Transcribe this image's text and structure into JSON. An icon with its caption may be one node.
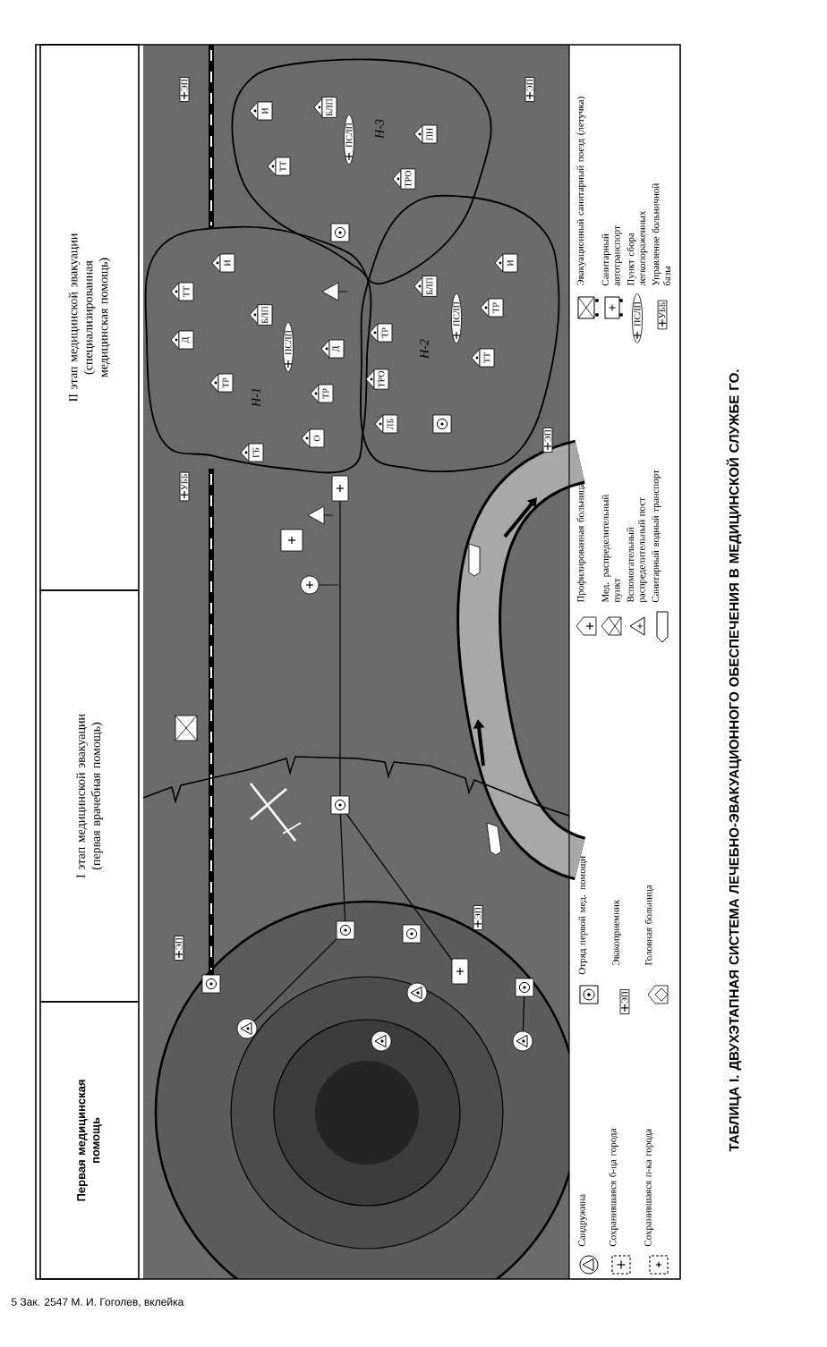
{
  "diagram": {
    "title": "ТАБЛИЦА I. ДВУХЭТАПНАЯ СИСТЕМА ЛЕЧЕБНО-ЭВАКУАЦИОННОГО ОБЕСПЕЧЕНИЯ В МЕДИЦИНСКОЙ СЛУЖБЕ ГО.",
    "nodes": [
      {
        "text": [
          "II этап медицинской эвакуации",
          "(специализированная медицинская помощь)"
        ]
      },
      {
        "text": [
          "I этап медицинской эвакуации",
          "(первая врачебная помощь)"
        ]
      },
      {
        "text": [
          "Первая медицинская помощь"
        ]
      },
      {
        "text": [
          "Н-3"
        ]
      },
      {
        "text": [
          "И"
        ],
        "in": 3
      },
      {
        "text": [
          "БЛП"
        ],
        "in": 3
      },
      {
        "text": [
          "ПСЛП"
        ],
        "in": 3
      },
      {
        "text": [
          "ТТ"
        ],
        "in": 3
      },
      {
        "text": [
          "ПН"
        ],
        "in": 3
      },
      {
        "text": [
          "ТРО"
        ],
        "in": 3
      },
      {
        "text": [],
        "shape": "box",
        "in": 3
      },
      {
        "text": [
          "Н-1"
        ]
      },
      {
        "text": [
          "И"
        ],
        "in": 11
      },
      {
        "text": [
          "ТТ"
        ],
        "in": 11
      },
      {
        "text": [
          "Д"
        ],
        "in": 11
      },
      {
        "text": [
          "ТР"
        ],
        "in": 11
      },
      {
        "text": [
          "БЛП"
        ],
        "in": 11
      },
      {
        "text": [
          "ПСЛП"
        ],
        "in": 11
      },
      {
        "text": [
          "Д"
        ],
        "in": 11
      },
      {
        "text": [
          "ТР"
        ],
        "in": 11
      },
      {
        "text": [
          "О"
        ],
        "in": 11
      },
      {
        "text": [
          "ГБ"
        ],
        "in": 11
      },
      {
        "text": [
          "Н-2"
        ]
      },
      {
        "text": [
          "И"
        ],
        "in": 22
      },
      {
        "text": [
          "БЛП"
        ],
        "in": 22
      },
      {
        "text": [
          "ПСЛП"
        ],
        "in": 22
      },
      {
        "text": [
          "ТР"
        ],
        "in": 22
      },
      {
        "text": [
          "ТТ"
        ],
        "in": 22
      },
      {
        "text": [
          "ТР"
        ],
        "in": 22
      },
      {
        "text": [
          "ТРО"
        ],
        "in": 22
      },
      {
        "text": [
          "ЛБ"
        ],
        "in": 22
      },
      {
        "text": [],
        "shape": "box",
        "in": 22
      },
      {
        "text": [
          "ЭП"
        ]
      },
      {
        "text": [
          "ЭП"
        ]
      },
      {
        "text": [
          "УББ"
        ]
      },
      {
        "text": [
          "ЭП"
        ]
      },
      {
        "text": [
          "ЭП"
        ]
      },
      {
        "text": [
          "ЭП"
        ]
      },
      {
        "text": [],
        "shape": "circle"
      },
      {
        "text": [],
        "shape": "box"
      },
      {
        "text": [],
        "shape": "box"
      },
      {
        "text": [],
        "shape": "car"
      },
      {
        "text": [],
        "shape": "car"
      },
      {
        "text": [],
        "shape": "box"
      },
      {
        "text": [],
        "shape": "circle"
      },
      {
        "text": [],
        "shape": "circle"
      },
      {
        "text": [],
        "shape": "circle"
      },
      {
        "text": [],
        "shape": "box"
      },
      {
        "text": [],
        "shape": "box"
      }
    ],
    "edges": [
      {
        "from": 38,
        "to": 39,
        "arrow": "none"
      },
      {
        "from": 39,
        "to": 40,
        "arrow": "none"
      },
      {
        "from": 41,
        "to": 40,
        "arrow": "none"
      },
      {
        "from": 40,
        "to": 42,
        "arrow": "none"
      },
      {
        "from": 43,
        "to": 44,
        "arrow": "none"
      }
    ],
    "labels": [
      "5 Зак. 2547 М. И. Гоголев, вклейка",
      "ЭП",
      "ПСЛП",
      "УББ"
    ],
    "legend": [
      {
        "text": "Сандружина"
      },
      {
        "text": "Сохранившаяся б-ца города"
      },
      {
        "text": "Сохранившаяся п-ка города"
      },
      {
        "text": "Отряд первой мед. помощи"
      },
      {
        "text": "Эвакоприемник"
      },
      {
        "text": "Головная больница"
      },
      {
        "text": "Профилированная больница"
      },
      {
        "text": "Мед. распределительный пункт"
      },
      {
        "text": "Вспомогательный распределительный пост"
      },
      {
        "text": "Санитарный водный транспорт"
      },
      {
        "text": "Эвакуационный санитарный поезд (летучка)"
      },
      {
        "text": "Санитарный автотранспорт"
      },
      {
        "text": "Пункт сбора легкопораженных"
      },
      {
        "text": "Управление больничной базы"
      }
    ]
  }
}
